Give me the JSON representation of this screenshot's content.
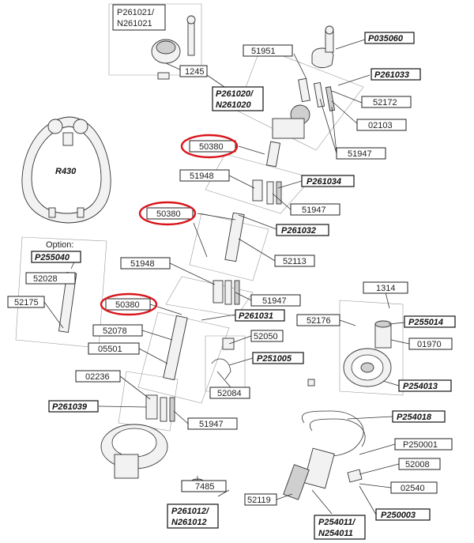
{
  "colors": {
    "highlight": "#d9151b",
    "line": "#333333"
  },
  "labels": {
    "p261021": [
      "P261021/",
      "N261021"
    ],
    "l1245": "1245",
    "l51951": "51951",
    "p035060": "P035060",
    "p261033": "P261033",
    "l52172": "52172",
    "p261020": [
      "P261020/",
      "N261020"
    ],
    "l02103": "02103",
    "l50380_a": "50380",
    "l51947_a": "51947",
    "l51948_a": "51948",
    "p261034": "P261034",
    "r430": "R430",
    "l50380_b": "50380",
    "l51947_b": "51947",
    "p261032": "P261032",
    "option": "Option:",
    "p255040": "P255040",
    "l52113": "52113",
    "l52028": "52028",
    "l51948_b": "51948",
    "l52175": "52175",
    "l51947_c": "51947",
    "l1314": "1314",
    "l50380_c": "50380",
    "p261031": "P261031",
    "l52176": "52176",
    "p255014": "P255014",
    "l52078": "52078",
    "l52050": "52050",
    "l01970": "01970",
    "l05501": "05501",
    "p251005": "P251005",
    "l02236": "02236",
    "l52084": "52084",
    "p254013": "P254013",
    "p261039": "P261039",
    "p254018": "P254018",
    "l51947_d": "51947",
    "p250001": "P250001",
    "l52008": "52008",
    "l7485": "7485",
    "l02540": "02540",
    "l52119": "52119",
    "p250003": "P250003",
    "p261012": [
      "P261012/",
      "N261012"
    ],
    "p254011": [
      "P254011/",
      "N254011"
    ]
  }
}
